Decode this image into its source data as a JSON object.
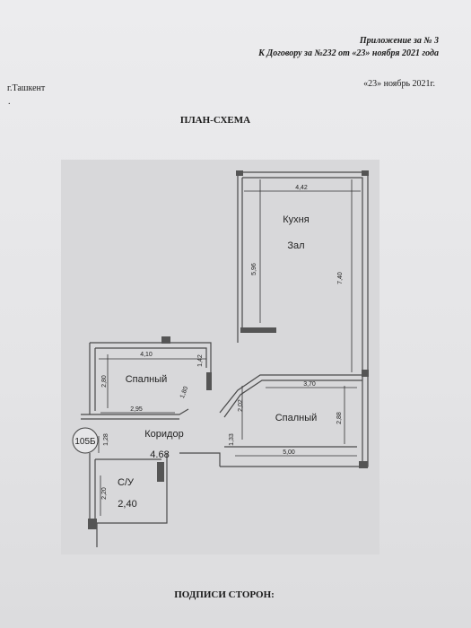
{
  "header": {
    "appendix": "Приложение за № 3",
    "contract": "К Договору за №232 от «23» ноября 2021 года"
  },
  "city": "г.Ташкент",
  "dot": ".",
  "date": "«23» ноябрь 2021г.",
  "title": "ПЛАН-СХЕМА",
  "plan": {
    "rooms": {
      "kitchen": "Кухня",
      "hall": "Зал",
      "bedroom1": "Спалный",
      "bedroom2": "Спалный",
      "corridor": "Коридор",
      "corridor_area": "4.68",
      "bathroom": "С/У",
      "bathroom_area": "2,40",
      "apartment": "105Б"
    },
    "dims": {
      "d442": "4,42",
      "d596": "5,96",
      "d740": "7,40",
      "d410": "4,10",
      "d142": "1,42",
      "d280": "2,80",
      "d180": "1,80",
      "d295": "2,95",
      "d370": "3,70",
      "d202": "2,02",
      "d288": "2,88",
      "d133": "1,33",
      "d500": "5,00",
      "d128": "1,28",
      "d220": "2,20"
    }
  },
  "signatures": "ПОДПИСИ СТОРОН:"
}
